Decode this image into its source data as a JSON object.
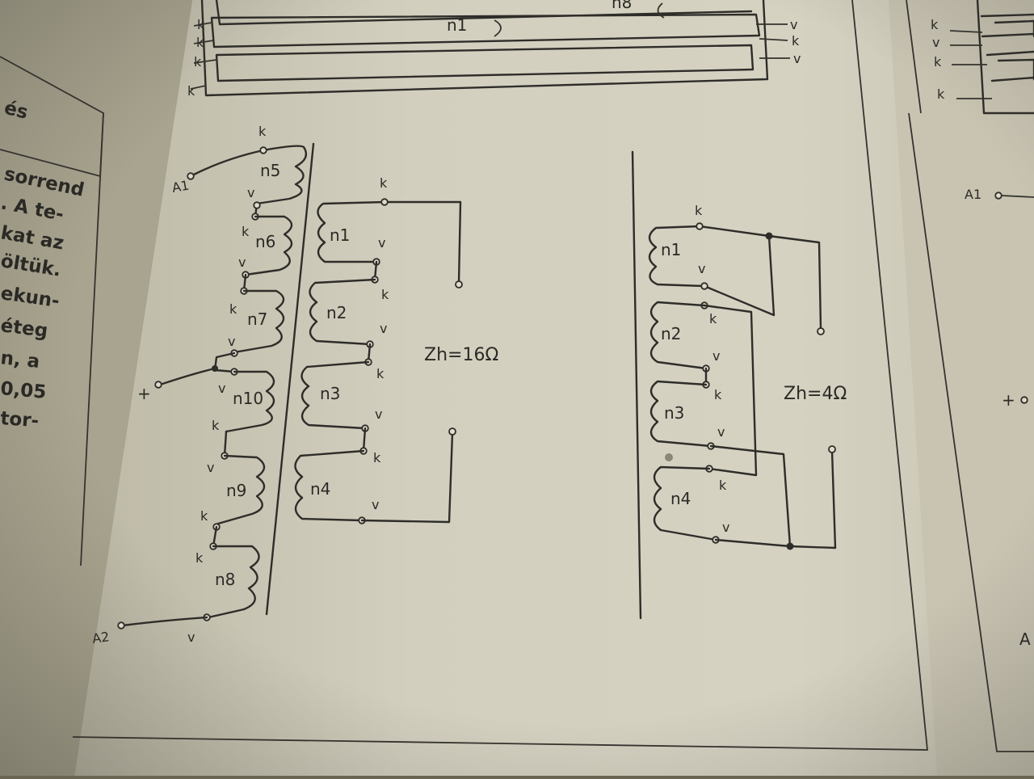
{
  "left_page_fragments": [
    "és",
    "sorrend",
    ". A te-",
    "kat az",
    "öltük.",
    "ekun-",
    "éteg",
    "n, a",
    "0,05",
    "tor-"
  ],
  "top_strip": {
    "winding_labels": [
      "n1",
      "n8"
    ],
    "pin_labels": [
      "k",
      "k",
      "k",
      "k",
      "v",
      "k",
      "v"
    ]
  },
  "primary": {
    "terminal_A1": "A1",
    "terminal_A2": "A2",
    "terminal_plus": "+",
    "windings": [
      {
        "name": "n5",
        "top": "k",
        "bottom": "v"
      },
      {
        "name": "n6",
        "top": "k",
        "bottom": "v"
      },
      {
        "name": "n7",
        "top": "k",
        "bottom": "v"
      },
      {
        "name": "n10",
        "top": "k",
        "bottom": "v"
      },
      {
        "name": "n9",
        "top": "k",
        "bottom": "v"
      },
      {
        "name": "n8",
        "top": "k",
        "bottom": "v"
      }
    ]
  },
  "secondary_16": {
    "impedance": "Zh=16Ω",
    "windings": [
      {
        "name": "n1",
        "top": "k",
        "bottom": "v"
      },
      {
        "name": "n2",
        "top": "k",
        "bottom": "v"
      },
      {
        "name": "n3",
        "top": "k",
        "bottom": "v"
      },
      {
        "name": "n4",
        "top": "k",
        "bottom": "v"
      }
    ]
  },
  "secondary_4": {
    "impedance": "Zh=4Ω",
    "windings": [
      {
        "name": "n1",
        "top": "k",
        "bottom": "v"
      },
      {
        "name": "n2",
        "top": "k",
        "bottom": "v"
      },
      {
        "name": "n3",
        "top": "k",
        "bottom": "v"
      },
      {
        "name": "n4",
        "top": "k",
        "bottom": "v"
      }
    ]
  },
  "right_page": {
    "pin_labels": [
      "k",
      "v",
      "k",
      "k"
    ],
    "terminal_A1": "A1",
    "terminal_plus": "+",
    "terminal_A_partial": "A"
  }
}
